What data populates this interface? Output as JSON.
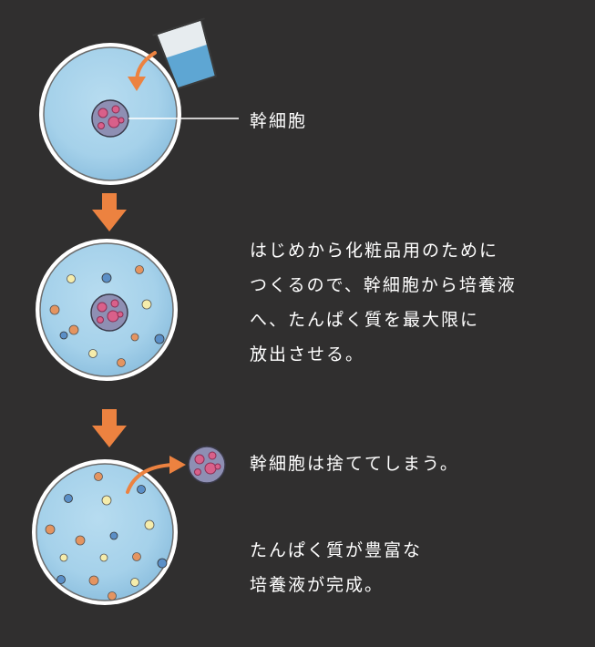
{
  "labels": {
    "stem_cell": "幹細胞"
  },
  "descriptions": {
    "release": [
      "はじめから化粧品用のために",
      "つくるので、幹細胞から培養液",
      "へ、たんぱく質を最大限に",
      "放出させる。"
    ],
    "discard": "幹細胞は捨ててしまう。",
    "complete": [
      "たんぱく質が豊富な",
      "培養液が完成。"
    ]
  },
  "icons": {
    "beaker": "pouring-beaker-icon",
    "down_arrow": "orange-down-arrow-icon",
    "stem_cell": "stem-cell-icon"
  },
  "colors": {
    "background": "#302f2f",
    "dish_fill": "#a9d4ec",
    "dish_rim": "#ffffff",
    "arrow": "#ec8240",
    "cell": "#8e8fb3",
    "dot_blue": "#5b8fc7",
    "dot_orange": "#e49460",
    "dot_yellow": "#f5ecab",
    "text": "#ffffff"
  }
}
